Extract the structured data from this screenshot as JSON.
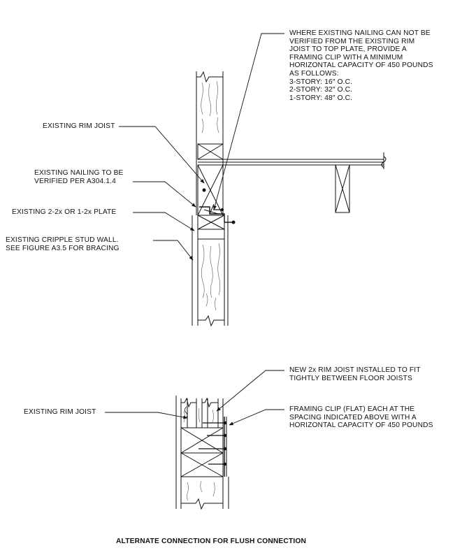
{
  "detail_top": {
    "note_framing_clip_requirement": {
      "lines": [
        "WHERE EXISTING NAILING CAN NOT BE",
        "VERIFIED FROM THE EXISTING RIM",
        "JOIST TO TOP PLATE, PROVIDE A",
        "FRAMING CLIP WITH A MINIMUM",
        "HORIZONTAL CAPACITY OF 450 POUNDS",
        "AS FOLLOWS:",
        "3-STORY: 16″ O.C.",
        "2-STORY: 32″ O.C.",
        "1-STORY: 48″ O.C."
      ]
    },
    "label_existing_rim_joist": "EXISTING RIM JOIST",
    "label_existing_nailing": {
      "lines": [
        "EXISTING NAILING TO BE",
        "VERIFIED PER A304.1.4"
      ]
    },
    "label_existing_plate": "EXISTING 2-2x OR 1-2x PLATE",
    "label_cripple_wall": {
      "lines": [
        "EXISTING CRIPPLE STUD WALL.",
        "SEE FIGURE A3.5 FOR BRACING"
      ]
    }
  },
  "detail_bottom": {
    "label_new_rim_joist": {
      "lines": [
        "NEW 2x RIM JOIST INSTALLED TO FIT",
        "TIGHTLY BETWEEN FLOOR JOISTS"
      ]
    },
    "label_existing_rim_joist": "EXISTING RIM JOIST",
    "label_framing_clip_flat": {
      "lines": [
        "FRAMING CLIP (FLAT) EACH AT THE",
        "SPACING INDICATED ABOVE WITH A",
        "HORIZONTAL CAPACITY OF 450 POUNDS"
      ]
    }
  },
  "caption": "ALTERNATE CONNECTION FOR FLUSH CONNECTION",
  "colors": {
    "line": "#111111",
    "grain": "#555555",
    "background": "#ffffff"
  }
}
